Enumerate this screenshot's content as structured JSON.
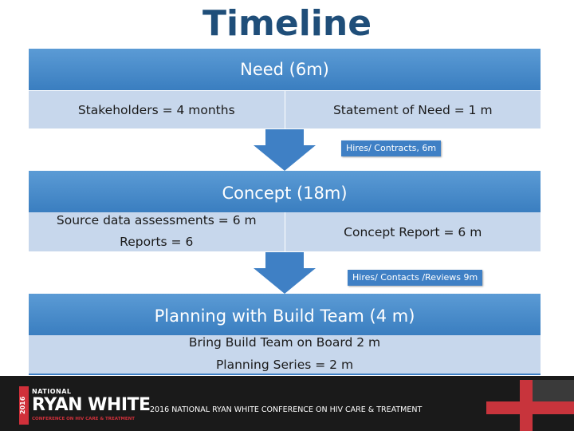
{
  "slide": {
    "title": "Timeline",
    "phase1": {
      "header": "Need (6m)",
      "left": "Stakeholders = 4 months",
      "right": "Statement of Need = 1 m",
      "transition": "Hires/ Contracts, 6m"
    },
    "phase2": {
      "header": "Concept (18m)",
      "left_line1": "Source data assessments = 6 m",
      "left_line2": "Reports  = 6",
      "right": "Concept Report = 6 m",
      "transition": "Hires/ Contacts /Reviews 9m"
    },
    "phase3": {
      "header": "Planning with Build Team (4 m)",
      "line1": "Bring Build Team on Board 2 m",
      "line2": "Planning Series = 2 m"
    }
  },
  "footer": {
    "logo_top": "NATIONAL",
    "logo_main": "RYAN WHITE",
    "logo_sub": "CONFERENCE ON HIV CARE & TREATMENT",
    "logo_year": "2016",
    "text": "2016 NATIONAL RYAN WHITE CONFERENCE ON HIV CARE & TREATMENT"
  },
  "colors": {
    "title": "#1f4e79",
    "band": "#4a8bc9",
    "row": "#c7d7ec",
    "arrow": "#3f80c5",
    "footer": "#1a1a1a",
    "logo_red": "#d0303a"
  }
}
